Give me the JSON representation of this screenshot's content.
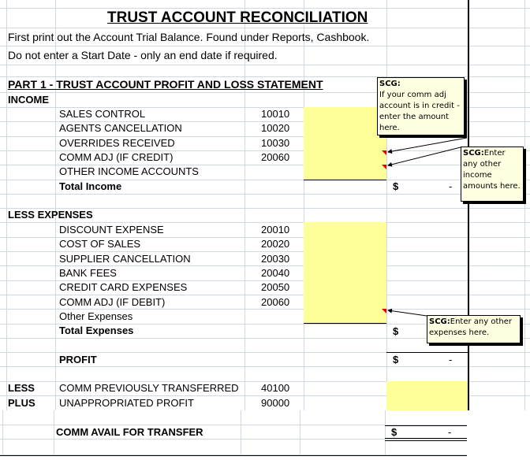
{
  "title": "TRUST ACCOUNT RECONCILIATION",
  "instructions": [
    "First print out the Account Trial Balance.  Found under Reports, Cashbook.",
    "Do not enter a Start Date - only an end date if required."
  ],
  "part1": "PART 1 - TRUST ACCOUNT PROFIT AND LOSS STATEMENT",
  "income": {
    "heading": "INCOME",
    "rows": [
      {
        "label": "SALES CONTROL",
        "code": "10010"
      },
      {
        "label": "AGENTS CANCELLATION",
        "code": "10020"
      },
      {
        "label": "OVERRIDES RECEIVED",
        "code": "10030"
      },
      {
        "label": "COMM ADJ (IF CREDIT)",
        "code": "20060"
      },
      {
        "label": "OTHER INCOME ACCOUNTS",
        "code": ""
      }
    ],
    "total_label": "Total Income",
    "total_currency": "$",
    "total_value": "-"
  },
  "expenses": {
    "heading": "LESS EXPENSES",
    "rows": [
      {
        "label": "DISCOUNT EXPENSE",
        "code": "20010"
      },
      {
        "label": "COST OF SALES",
        "code": "20020"
      },
      {
        "label": "SUPPLIER CANCELLATION",
        "code": "20030"
      },
      {
        "label": "BANK FEES",
        "code": "20040"
      },
      {
        "label": "CREDIT CARD EXPENSES",
        "code": "20050"
      },
      {
        "label": "COMM ADJ (IF DEBIT)",
        "code": "20060"
      },
      {
        "label": "Other Expenses",
        "code": ""
      }
    ],
    "total_label": "Total Expenses",
    "total_currency": "$",
    "total_value": ""
  },
  "profit": {
    "label": "PROFIT",
    "currency": "$",
    "value": "-"
  },
  "less": {
    "prefix": "LESS",
    "label": "COMM PREVIOUSLY TRANSFERRED",
    "code": "40100"
  },
  "plus": {
    "prefix": "PLUS",
    "label": "UNAPPROPRIATED PROFIT",
    "code": "90000"
  },
  "avail": {
    "label": "COMM AVAIL FOR TRANSFER",
    "currency": "$",
    "value": "-"
  },
  "comments": [
    {
      "author": "SCG:",
      "text": "If your comm adj account is in credit - enter the amount here."
    },
    {
      "author": "SCG:",
      "text": "Enter any other income amounts here."
    },
    {
      "author": "SCG:",
      "text": "Enter any other expenses here."
    }
  ],
  "colors": {
    "input_fill": "#ffff99",
    "comment_fill": "#ffffe1",
    "gridline": "#d0d7e5",
    "comment_marker": "#e00000"
  }
}
